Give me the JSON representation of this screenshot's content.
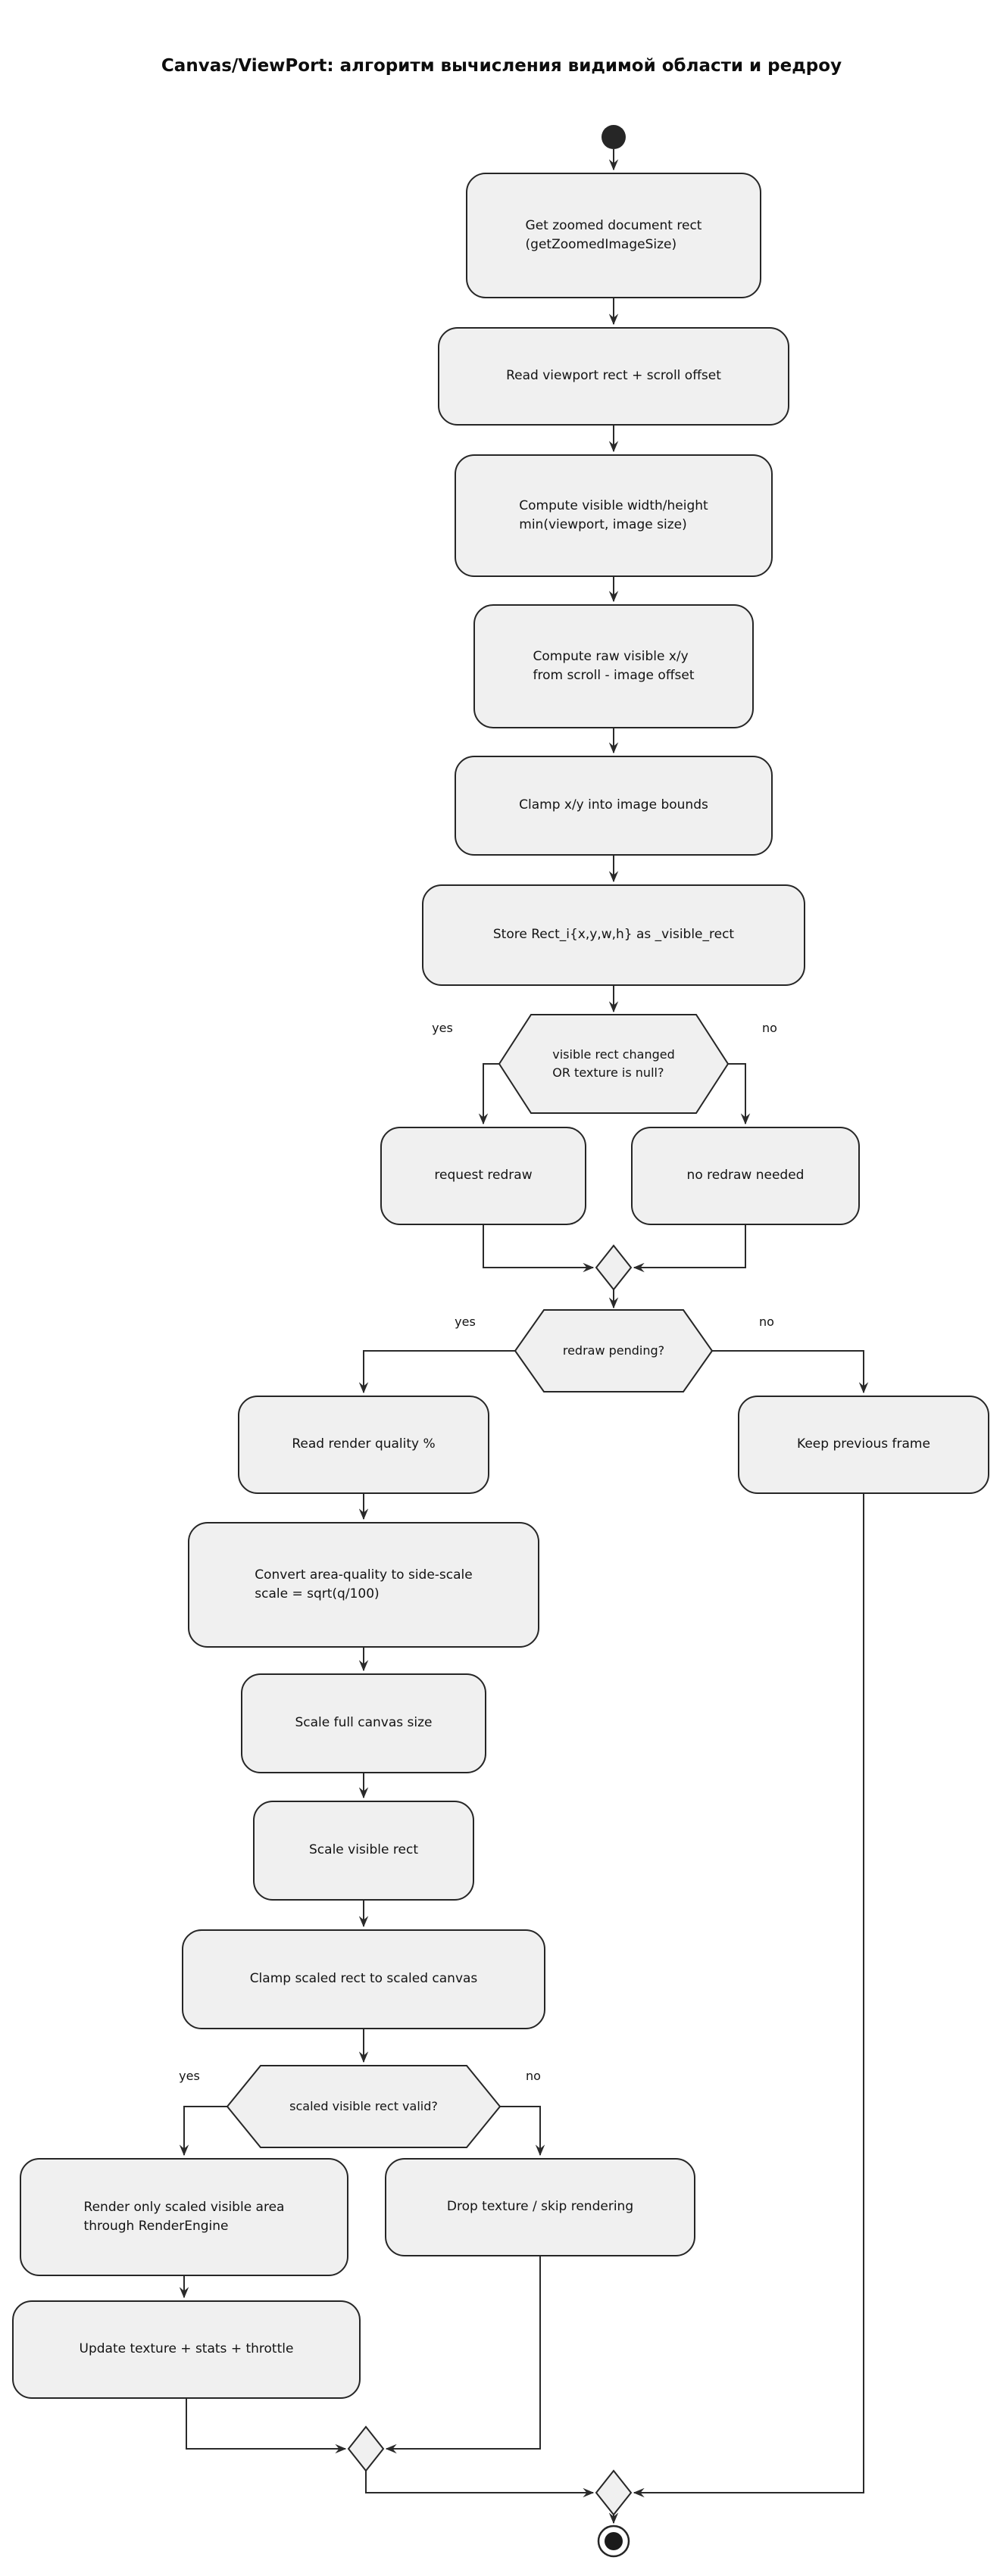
{
  "title": "Canvas/ViewPort: алгоритм вычисления видимой области и редроу",
  "colors": {
    "node_fill": "#f0f0f0",
    "node_border": "#262626",
    "connector": "#2a2a2a",
    "text": "#131313",
    "background": "#ffffff"
  },
  "nodes": {
    "get_zoomed_rect": {
      "label": "Get zoomed document rect\n(getZoomedImageSize)"
    },
    "read_viewport": {
      "label": "Read viewport rect + scroll offset"
    },
    "compute_wh": {
      "label": "Compute visible width/height\nmin(viewport, image size)"
    },
    "compute_xy": {
      "label": "Compute raw visible x/y\nfrom scroll - image offset"
    },
    "clamp_xy": {
      "label": "Clamp x/y into image bounds"
    },
    "store_rect": {
      "label": "Store Rect_i{x,y,w,h} as _visible_rect"
    },
    "decision_changed": {
      "label": "visible rect changed\nOR texture is null?",
      "yes": "yes",
      "no": "no"
    },
    "request_redraw": {
      "label": "request redraw"
    },
    "no_redraw": {
      "label": "no redraw needed"
    },
    "decision_pending": {
      "label": "redraw pending?",
      "yes": "yes",
      "no": "no"
    },
    "read_quality": {
      "label": "Read render quality %"
    },
    "keep_frame": {
      "label": "Keep previous frame"
    },
    "convert_quality": {
      "label": "Convert area-quality to side-scale\nscale = sqrt(q/100)"
    },
    "scale_canvas": {
      "label": "Scale full canvas size"
    },
    "scale_rect": {
      "label": "Scale visible rect"
    },
    "clamp_scaled": {
      "label": "Clamp scaled rect to scaled canvas"
    },
    "decision_valid": {
      "label": "scaled visible rect valid?",
      "yes": "yes",
      "no": "no"
    },
    "render_visible": {
      "label": "Render only scaled visible area\nthrough RenderEngine"
    },
    "drop_texture": {
      "label": "Drop texture / skip rendering"
    },
    "update_texture": {
      "label": "Update texture + stats + throttle"
    }
  }
}
